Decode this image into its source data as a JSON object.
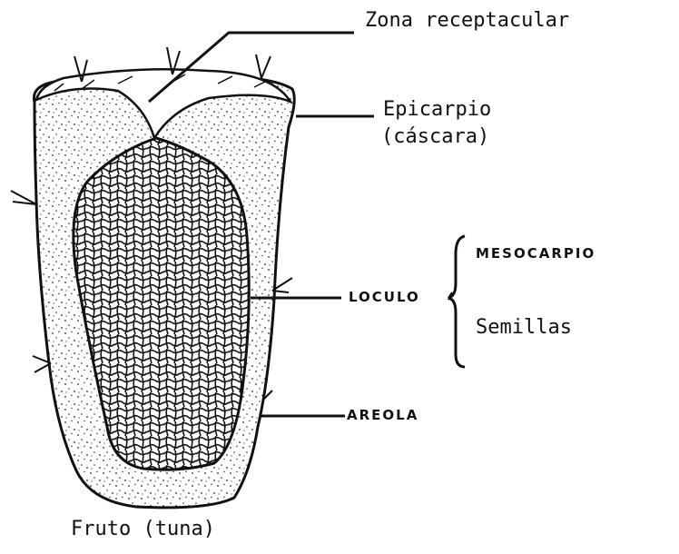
{
  "labels": {
    "zona": "Zona receptacular",
    "epicarpio": "Epicarpio",
    "cascara": "(cáscara)",
    "mesocarpio": "MESOCARPIO",
    "semillas": "Semillas",
    "loculo": "LOCULO",
    "areola": "AREOLA",
    "caption": "Fruto (tuna)"
  },
  "colors": {
    "ink": "#111111",
    "flesh": "#ffffff"
  }
}
